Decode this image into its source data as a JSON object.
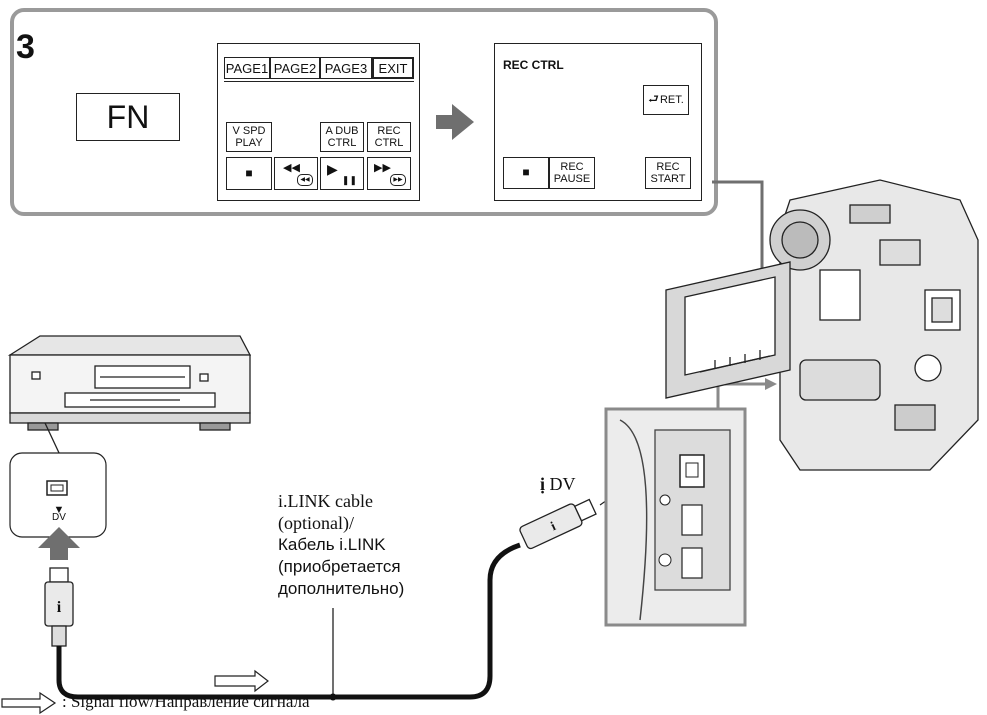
{
  "step": {
    "number": "3"
  },
  "fn_button": {
    "label": "FN"
  },
  "menu_screen": {
    "tabs": [
      "PAGE1",
      "PAGE2",
      "PAGE3",
      "EXIT"
    ],
    "func_buttons": {
      "vspd_line1": "V SPD",
      "vspd_line2": "PLAY",
      "adub_line1": "A DUB",
      "adub_line2": "CTRL",
      "rec_line1": "REC",
      "rec_line2": "CTRL"
    },
    "transport": {
      "stop": "■",
      "rew": "◀◀",
      "play": "▶",
      "ff": "▶▶",
      "pause": "❚❚"
    }
  },
  "rec_screen": {
    "title": "REC CTRL",
    "ret_label": "RET.",
    "stop": "■",
    "pause_line1": "REC",
    "pause_line2": "PAUSE",
    "start_line1": "REC",
    "start_line2": "START"
  },
  "vcr_port": {
    "marker": "▼",
    "label": "DV"
  },
  "camera_port": {
    "label": "DV"
  },
  "cable_caption": {
    "line1": "i.LINK cable",
    "line2": "(optional)/",
    "line3": "Кабель i.LINK",
    "line4": "(приобретается",
    "line5": "дополнительно)"
  },
  "legend": {
    "text": ": Signal flow/Направление сигнала"
  },
  "colors": {
    "panel_border": "#9a9a9a",
    "arrow": "#6f6f6f",
    "cable": "#111111"
  }
}
